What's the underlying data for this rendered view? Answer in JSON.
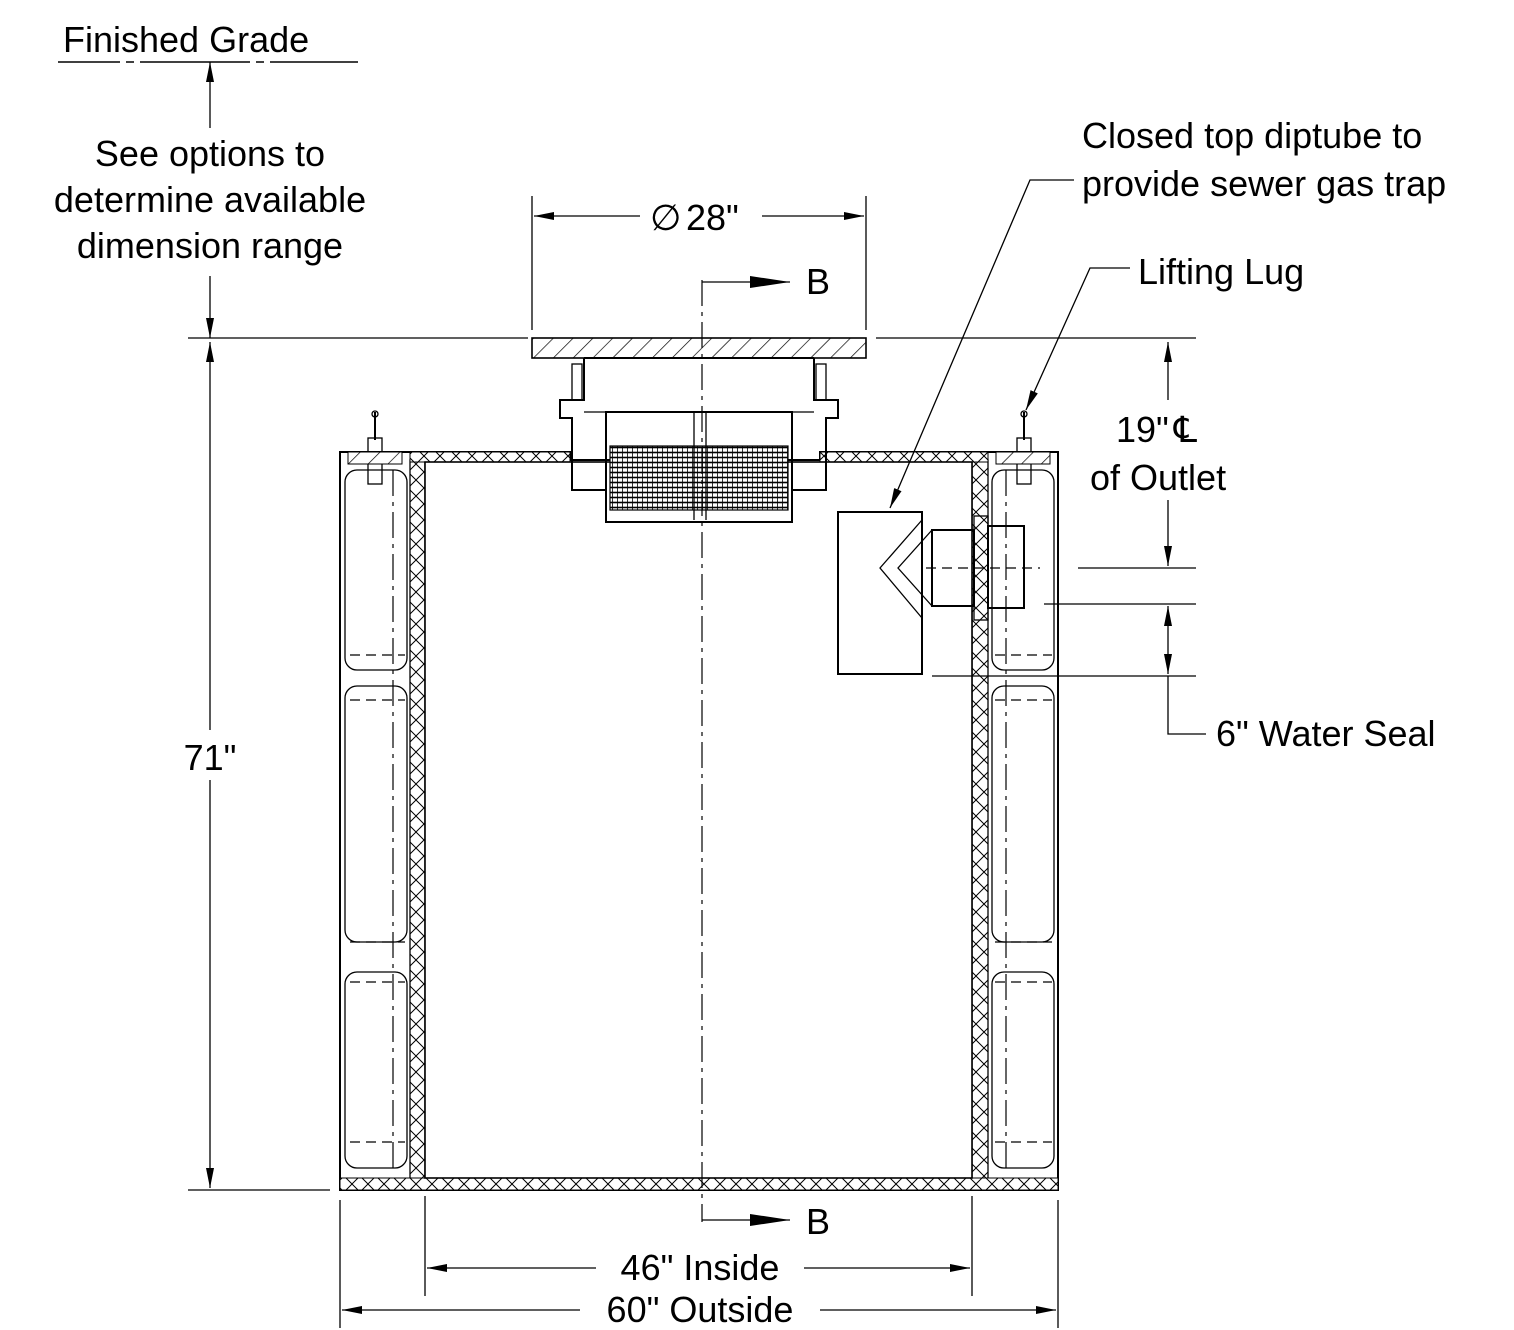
{
  "labels": {
    "finished_grade": "Finished Grade",
    "options_line1": "See options to",
    "options_line2": "determine available",
    "options_line3": "dimension range",
    "diameter": "28\"",
    "diameter_symbol": "∅",
    "section_top": "B",
    "section_bottom": "B",
    "diptube_line1": "Closed top diptube to",
    "diptube_line2": "provide sewer gas trap",
    "lifting_lug": "Lifting Lug",
    "outlet_line1": "19\"",
    "outlet_cl": "℄",
    "outlet_line2": "of Outlet",
    "water_seal": "6\" Water Seal",
    "height": "71\"",
    "inside_width": "46\" Inside",
    "outside_width": "60\" Outside"
  }
}
